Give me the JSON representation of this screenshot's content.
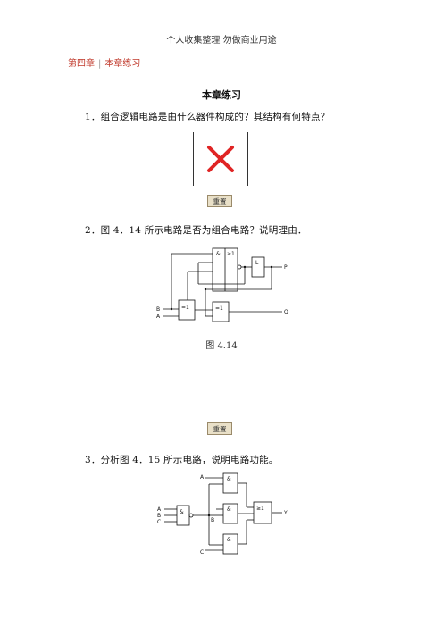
{
  "header": {
    "text": "个人收集整理 勿做商业用途"
  },
  "breadcrumb": {
    "chapter": "第四章",
    "separator": "|",
    "section": "本章练习"
  },
  "section_title": "本章练习",
  "questions": {
    "q1": "1．组合逻辑电路是由什么器件构成的？其结构有何特点？",
    "q2": "2．图 4．14 所示电路是否为组合电路？说明理由．",
    "q3": "3．分析图 4．15 所示电路，说明电路功能。"
  },
  "buttons": {
    "reset": "重置"
  },
  "figure1": {
    "caption": "图 4.14",
    "labels": {
      "and": "&",
      "or": "≥1",
      "xor1": "=1",
      "xor2": "=1",
      "latch": "L",
      "in_b": "B",
      "in_a": "A",
      "out_p": "P",
      "out_q": "Q"
    }
  },
  "figure2": {
    "labels": {
      "in_a": "A",
      "in_b": "B",
      "in_c": "C",
      "and_main": "&",
      "and1": "&",
      "and2": "&",
      "and3": "&",
      "or": "≥1",
      "top_a": "A",
      "mid_b": "B",
      "bot_c": "C",
      "out_y": "Y"
    }
  },
  "colors": {
    "chapter_link": "#c0392b",
    "error_mark": "#e02424",
    "button_bg": "#e9e0c8"
  }
}
